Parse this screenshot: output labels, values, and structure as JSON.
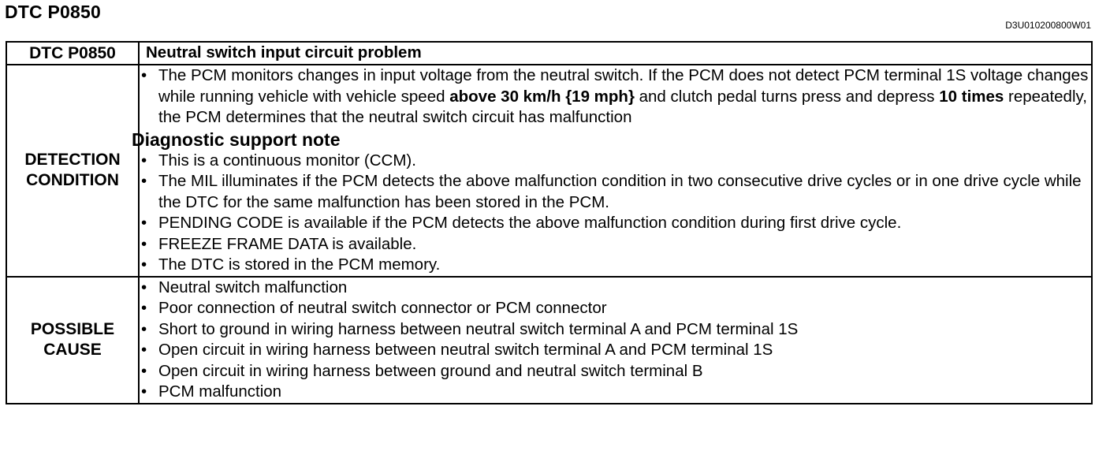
{
  "page_title": "DTC P0850",
  "doc_code": "D3U010200800W01",
  "table": {
    "header": {
      "code": "DTC P0850",
      "description": "Neutral switch input circuit problem"
    },
    "detection": {
      "label": "DETECTION CONDITION",
      "main_bullet": {
        "t1": "The PCM monitors changes in input voltage from the neutral switch. If the PCM does not detect PCM terminal 1S voltage changes while running vehicle with vehicle speed ",
        "b1": "above 30 km/h {19 mph}",
        "t2": " and clutch pedal turns press and depress ",
        "b2": "10 times",
        "t3": " repeatedly, the PCM determines that the neutral switch circuit has malfunction"
      },
      "note_heading": "Diagnostic support note",
      "notes": [
        "This is a continuous monitor (CCM).",
        "The MIL illuminates if the PCM detects the above malfunction condition in two consecutive drive cycles or in one drive cycle while the DTC for the same malfunction has been stored in the PCM.",
        "PENDING CODE is available if the PCM detects the above malfunction condition during first drive cycle.",
        "FREEZE FRAME DATA is available.",
        "The DTC is stored in the PCM memory."
      ]
    },
    "cause": {
      "label": "POSSIBLE CAUSE",
      "items": [
        "Neutral switch malfunction",
        "Poor connection of neutral switch connector or PCM connector",
        "Short to ground in wiring harness between neutral switch terminal A and PCM terminal 1S",
        "Open circuit in wiring harness between neutral switch terminal A and PCM terminal 1S",
        "Open circuit in wiring harness between ground and neutral switch terminal B",
        "PCM malfunction"
      ]
    }
  }
}
